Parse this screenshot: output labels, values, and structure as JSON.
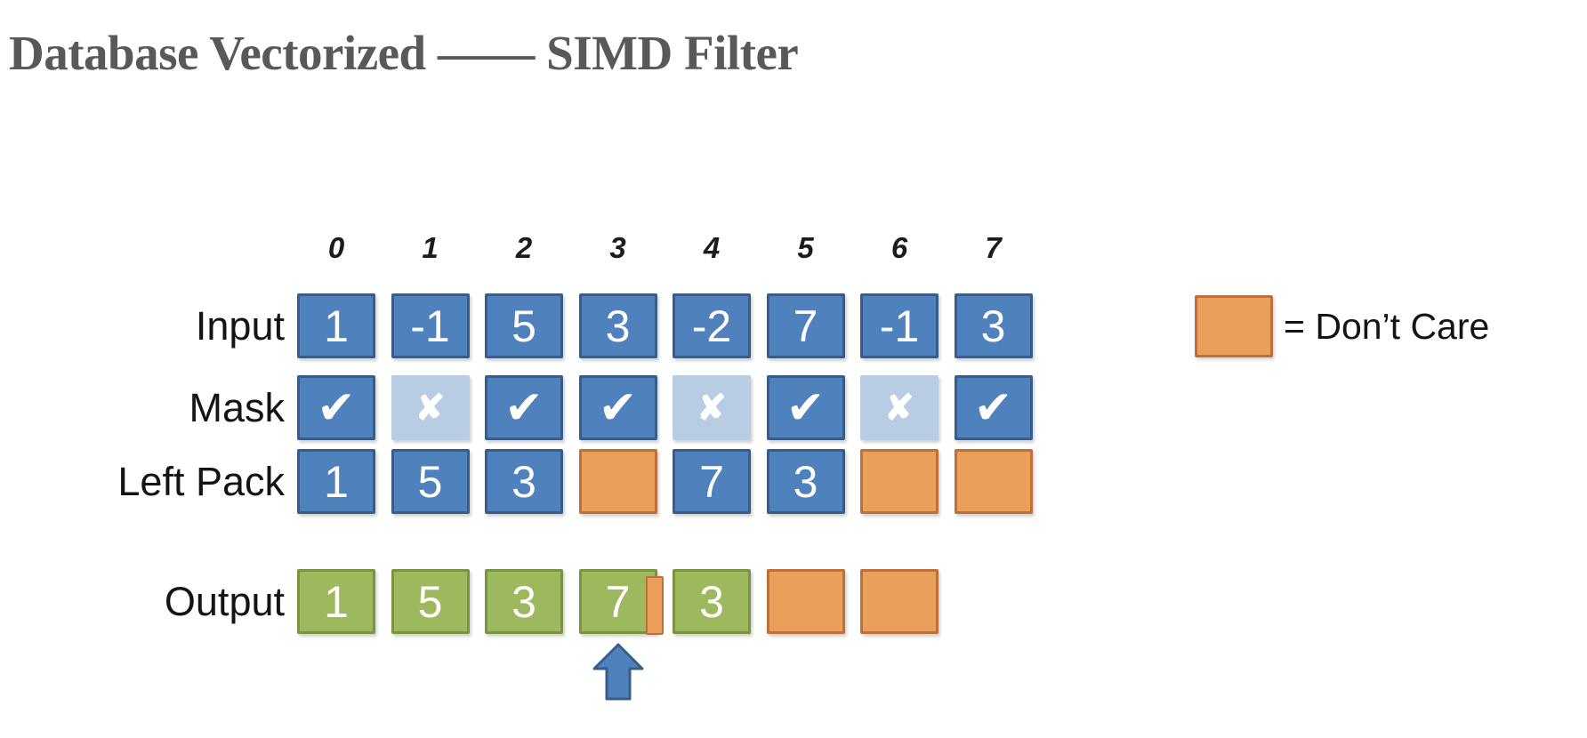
{
  "title": "Database Vectorized —— SIMD Filter",
  "legend": {
    "text": "= Don’t Care"
  },
  "diagram": {
    "indices": [
      "0",
      "1",
      "2",
      "3",
      "4",
      "5",
      "6",
      "7"
    ],
    "icons": {
      "check": "✔",
      "cross": "✘"
    },
    "rows": [
      {
        "key": "input",
        "label": "Input",
        "cells": [
          {
            "type": "blue",
            "text": "1"
          },
          {
            "type": "blue",
            "text": "-1"
          },
          {
            "type": "blue",
            "text": "5"
          },
          {
            "type": "blue",
            "text": "3"
          },
          {
            "type": "blue",
            "text": "-2"
          },
          {
            "type": "blue",
            "text": "7"
          },
          {
            "type": "blue",
            "text": "-1"
          },
          {
            "type": "blue",
            "text": "3"
          }
        ]
      },
      {
        "key": "mask",
        "label": "Mask",
        "cells": [
          {
            "type": "blue",
            "icon": "check"
          },
          {
            "type": "lightblue",
            "icon": "cross"
          },
          {
            "type": "blue",
            "icon": "check"
          },
          {
            "type": "blue",
            "icon": "check"
          },
          {
            "type": "lightblue",
            "icon": "cross"
          },
          {
            "type": "blue",
            "icon": "check"
          },
          {
            "type": "lightblue",
            "icon": "cross"
          },
          {
            "type": "blue",
            "icon": "check"
          }
        ]
      },
      {
        "key": "leftpack",
        "label": "Left Pack",
        "cells": [
          {
            "type": "blue",
            "text": "1"
          },
          {
            "type": "blue",
            "text": "5"
          },
          {
            "type": "blue",
            "text": "3"
          },
          {
            "type": "orange"
          },
          {
            "type": "blue",
            "text": "7"
          },
          {
            "type": "blue",
            "text": "3"
          },
          {
            "type": "orange"
          },
          {
            "type": "orange"
          }
        ]
      },
      {
        "key": "output",
        "label": "Output",
        "cells": [
          {
            "type": "green",
            "text": "1"
          },
          {
            "type": "green",
            "text": "5"
          },
          {
            "type": "green",
            "text": "3"
          },
          {
            "type": "green",
            "text": "7",
            "backing": "orange"
          },
          {
            "type": "green",
            "text": "3"
          },
          {
            "type": "orange"
          },
          {
            "type": "orange"
          }
        ]
      }
    ],
    "arrow": {
      "points_to_row": "output",
      "under_index": "3"
    }
  },
  "colors": {
    "blue_fill": "#4F81BD",
    "blue_border": "#385D8A",
    "light_blue_fill": "#B8CCE4",
    "green_fill": "#9EB85E",
    "green_border": "#7A9442",
    "orange_fill": "#E9A05B",
    "orange_border": "#BE7038",
    "arrow_fill": "#4F81BD",
    "title_color": "#595959"
  }
}
